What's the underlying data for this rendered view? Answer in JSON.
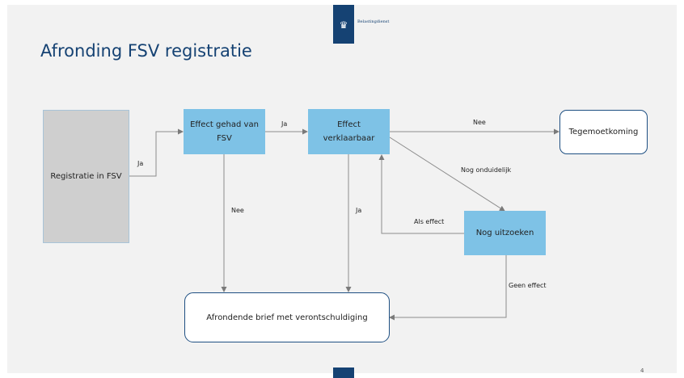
{
  "header": {
    "logo_crest_glyph": "♛",
    "logo_text": "Belastingdienst"
  },
  "slide": {
    "title": "Afronding FSV registratie",
    "page_number": "4"
  },
  "diagram": {
    "nodes": {
      "registratie": "Registratie in FSV",
      "effect_gehad": "Effect gehad van FSV",
      "effect_verklaarbaar": "Effect verklaarbaar",
      "tegemoetkoming": "Tegemoetkoming",
      "nog_uitzoeken": "Nog uitzoeken",
      "afrondende_brief": "Afrondende brief met verontschuldiging"
    },
    "edges": {
      "registratie_to_effect": "Ja",
      "effect_to_verklaarbaar": "Ja",
      "effect_to_brief": "Nee",
      "verklaarbaar_to_tegemoetkoming": "Nee",
      "verklaarbaar_to_uitzoeken": "Nog onduidelijk",
      "verklaarbaar_to_brief": "Ja",
      "uitzoeken_to_verklaarbaar": "Als effect",
      "uitzoeken_to_brief": "Geen effect"
    },
    "colors": {
      "process_blue": "#7ec2e6",
      "start_grey": "#cfcfcf",
      "end_border": "#1e4f82",
      "arrow": "#8c8c8c",
      "brand": "#154273"
    }
  }
}
